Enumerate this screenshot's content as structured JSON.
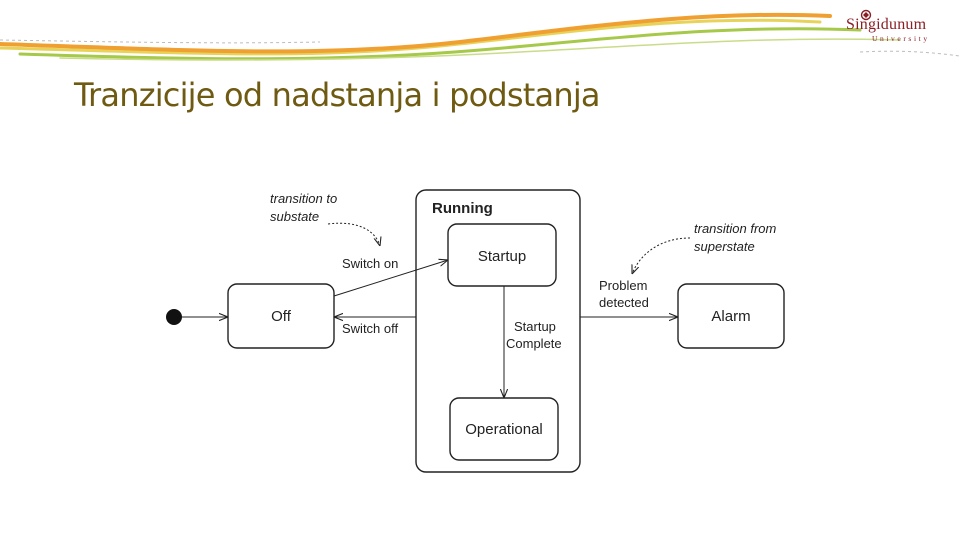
{
  "logo": {
    "name": "Singidunum",
    "sub": "University"
  },
  "title": "Tranzicije od nadstanja i podstanja",
  "diagram": {
    "composite_state": "Running",
    "states": {
      "off": "Off",
      "startup": "Startup",
      "operational": "Operational",
      "alarm": "Alarm"
    },
    "transitions": {
      "switch_on": "Switch on",
      "switch_off": "Switch off",
      "startup_complete_1": "Startup",
      "startup_complete_2": "Complete",
      "problem_1": "Problem",
      "problem_2": "detected"
    },
    "notes": {
      "to_substate_1": "transition to",
      "to_substate_2": "substate",
      "from_superstate_1": "transition from",
      "from_superstate_2": "superstate"
    }
  },
  "colors": {
    "title": "#6f5a12",
    "wave_orange": "#f0a030",
    "wave_green": "#a6c94a",
    "wave_yellow": "#e8d35a",
    "logo": "#8b1e24"
  }
}
